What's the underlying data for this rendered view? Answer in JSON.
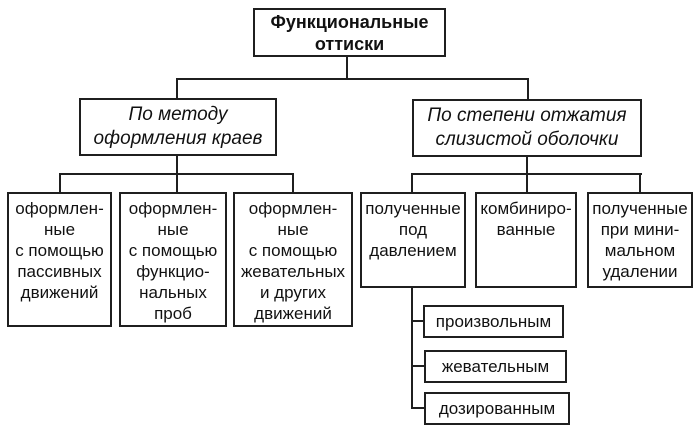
{
  "colors": {
    "line": "#1f1f1f",
    "background": "#ffffff",
    "text": "#111111"
  },
  "diagram": {
    "root": {
      "label": "Функциональные\nоттиски"
    },
    "left": {
      "label": "По методу\nоформления краев",
      "children": [
        {
          "label": "оформлен-\nные\nс помощью\nпассивных\nдвижений"
        },
        {
          "label": "оформлен-\nные\nс помощью\nфункцио-\nнальных\nпроб"
        },
        {
          "label": "оформлен-\nные\nс помощью\nжевательных\nи других\nдвижений"
        }
      ]
    },
    "right": {
      "label": "По степени отжатия\nслизистой оболочки",
      "children": [
        {
          "label": "полученные\nпод\nдавлением",
          "children": [
            {
              "label": "произвольным"
            },
            {
              "label": "жевательным"
            },
            {
              "label": "дозированным"
            }
          ]
        },
        {
          "label": "комбиниро-\nванные"
        },
        {
          "label": "полученные\nпри мини-\nмальном\nудалении"
        }
      ]
    }
  }
}
